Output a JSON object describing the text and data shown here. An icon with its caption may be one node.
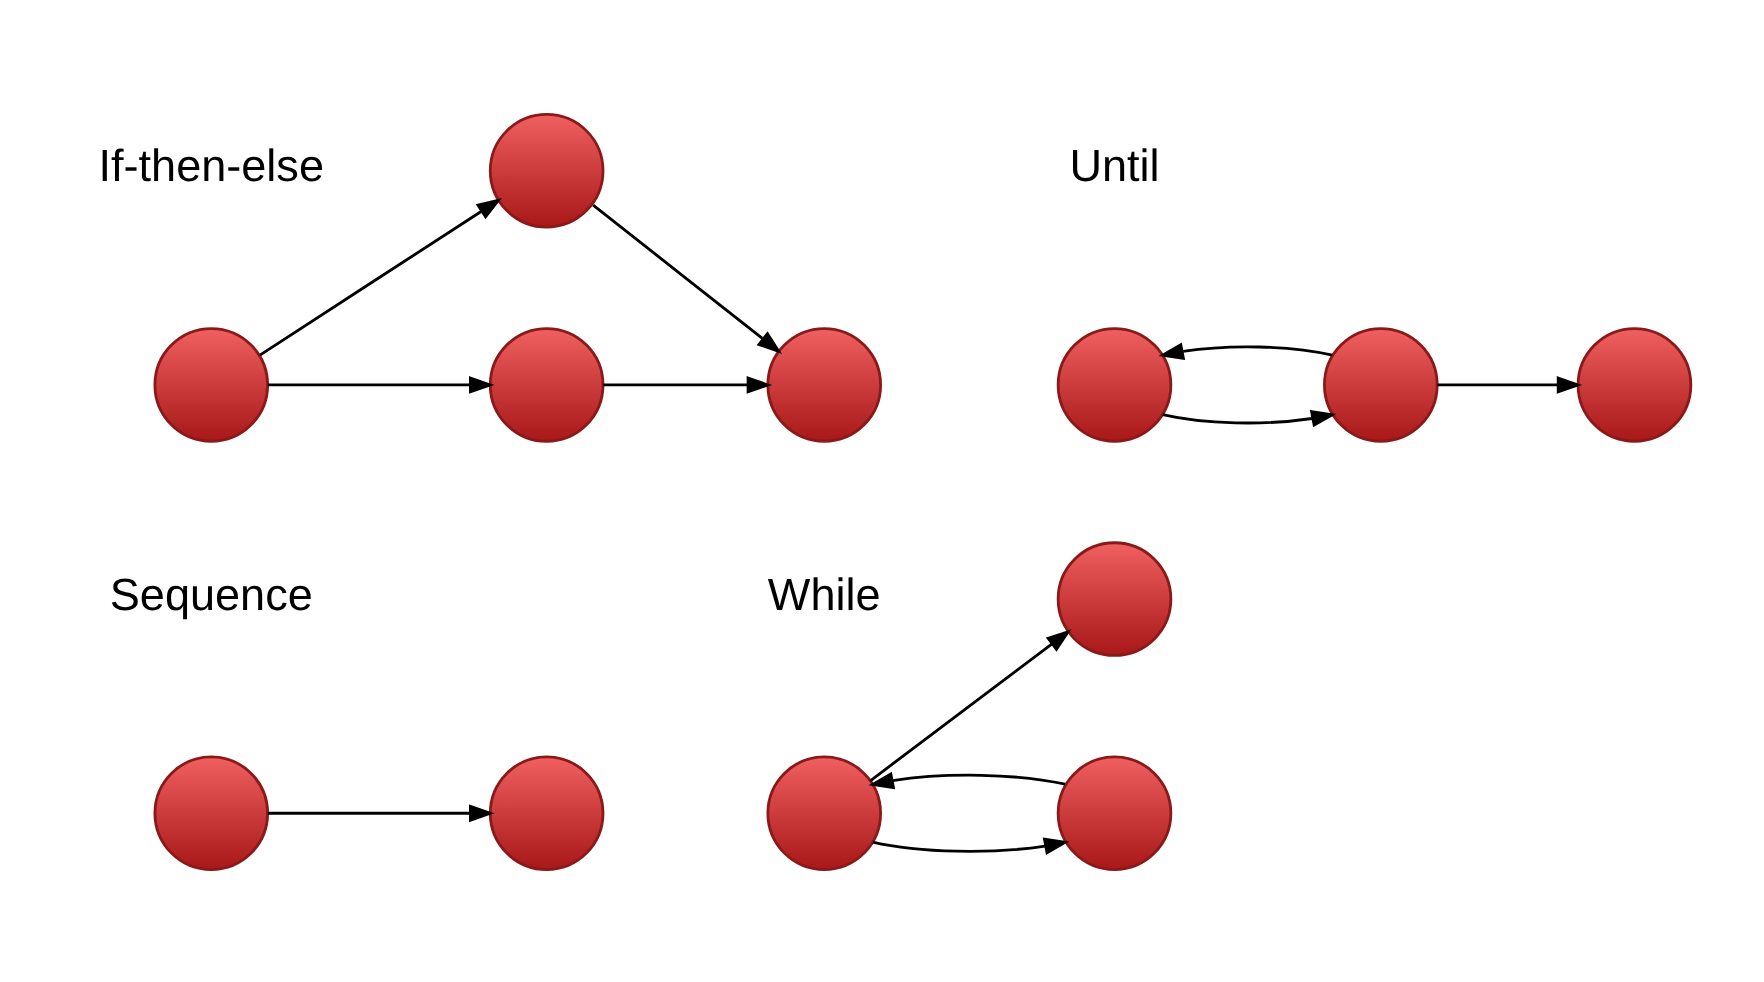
{
  "diagram": {
    "nodes": [
      {
        "text": [],
        "shape": "circle"
      },
      {
        "text": [],
        "shape": "circle"
      },
      {
        "text": [],
        "shape": "circle"
      },
      {
        "text": [],
        "shape": "circle"
      },
      {
        "text": [],
        "shape": "circle"
      },
      {
        "text": [],
        "shape": "circle"
      },
      {
        "text": [],
        "shape": "circle"
      },
      {
        "text": [],
        "shape": "circle"
      },
      {
        "text": [],
        "shape": "circle"
      },
      {
        "text": [],
        "shape": "circle"
      },
      {
        "text": [],
        "shape": "circle"
      },
      {
        "text": [],
        "shape": "circle"
      }
    ],
    "edges": [
      {
        "from": 0,
        "to": 1,
        "arrow": "to"
      },
      {
        "from": 2,
        "to": 3,
        "arrow": "to"
      },
      {
        "from": 3,
        "to": 2,
        "arrow": "to"
      },
      {
        "from": 2,
        "to": 4,
        "arrow": "to"
      },
      {
        "from": 5,
        "to": 6,
        "arrow": "to"
      },
      {
        "from": 5,
        "to": 8,
        "arrow": "to"
      },
      {
        "from": 6,
        "to": 7,
        "arrow": "to"
      },
      {
        "from": 8,
        "to": 7,
        "arrow": "to"
      },
      {
        "from": 9,
        "to": 10,
        "arrow": "to"
      },
      {
        "from": 10,
        "to": 9,
        "arrow": "to"
      },
      {
        "from": 10,
        "to": 11,
        "arrow": "to"
      }
    ],
    "labels": [
      "Sequence",
      "While",
      "If-then-else",
      "Until"
    ]
  }
}
